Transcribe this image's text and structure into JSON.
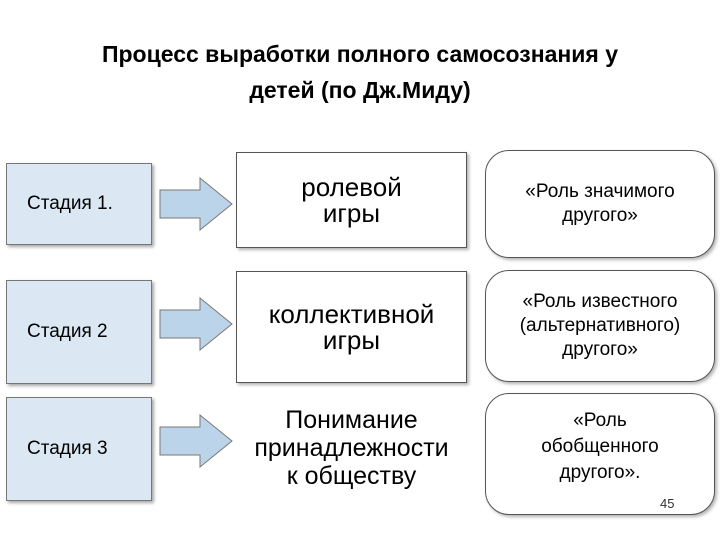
{
  "title": {
    "line1": "Процесс выработки полного самосознания у",
    "line2": "детей (по Дж.Миду)"
  },
  "rows": [
    {
      "stage": "Стадия 1.",
      "activity": [
        "ролевой",
        "игры"
      ],
      "role": [
        "«Роль значимого",
        "другого»"
      ]
    },
    {
      "stage": "Стадия 2",
      "activity": [
        "коллективной",
        "игры"
      ],
      "role": [
        "«Роль известного",
        "(альтернативного)",
        "другого»"
      ]
    },
    {
      "stage": "Стадия 3",
      "activity": [
        "Понимание",
        "принадлежности",
        "к обществу"
      ],
      "role": [
        "«Роль",
        "обобщенного",
        "другого»."
      ]
    }
  ],
  "page_number": "45",
  "colors": {
    "stage_fill": "#dbe8f3",
    "arrow_fill": "#bcd4ea",
    "border": "#555555"
  }
}
